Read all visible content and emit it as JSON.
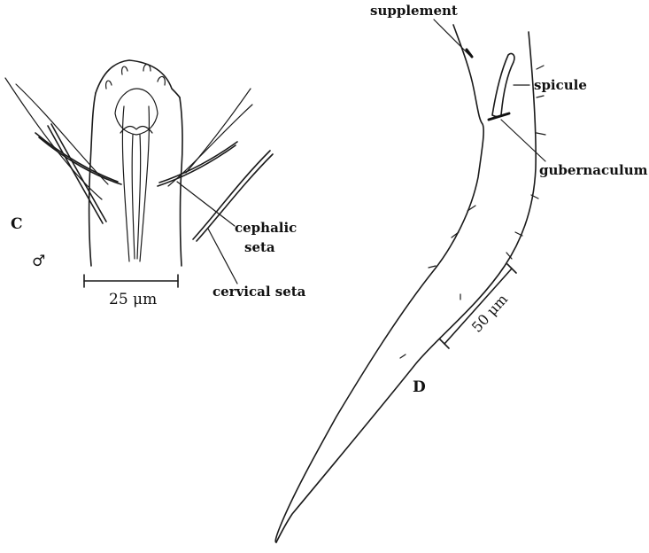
{
  "figure": {
    "panel_c": {
      "letter": "C",
      "sex_symbol": "♂",
      "labels": {
        "cephalic_seta_line1": "cephalic",
        "cephalic_seta_line2": "seta",
        "cervical_seta": "cervical seta"
      },
      "scale_bar": {
        "label": "25 μm"
      }
    },
    "panel_d": {
      "letter": "D",
      "labels": {
        "supplement": "supplement",
        "spicule": "spicule",
        "gubernaculum": "gubernaculum"
      },
      "scale_bar": {
        "label": "50 μm"
      }
    }
  }
}
